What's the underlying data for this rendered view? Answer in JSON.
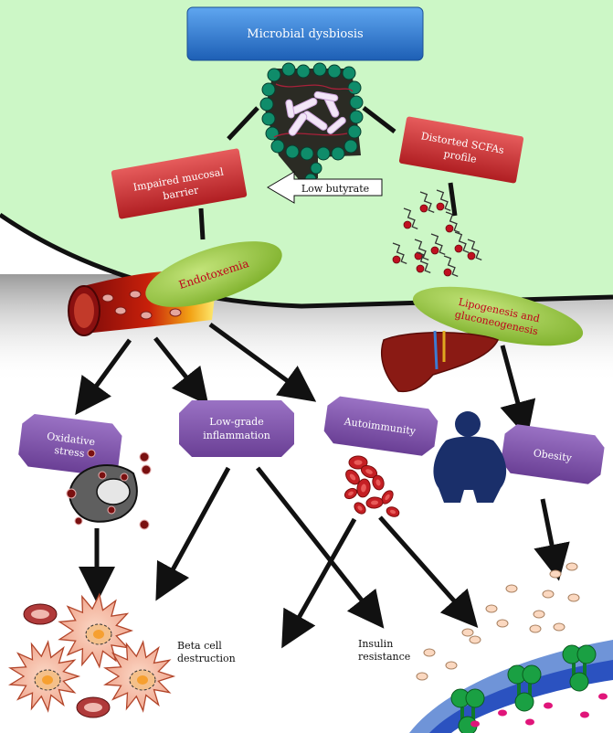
{
  "top_box": {
    "label": "Microbial dysbiosis"
  },
  "red_boxes": {
    "impaired": [
      "Impaired mucosal",
      "barrier"
    ],
    "scfa": [
      "Distorted SCFAs",
      "profile"
    ]
  },
  "butyrate_arrow": {
    "label": "Low butyrate"
  },
  "endotoxemia": {
    "label": "Endotoxemia"
  },
  "lipogenesis": {
    "label_lines": [
      "Lipogenesis and",
      "gluconeogenesis"
    ]
  },
  "purple_labels": {
    "oxidative": [
      "Oxidative",
      "stress"
    ],
    "inflammation": [
      "Low-grade",
      "inflammation"
    ],
    "autoimmunity": [
      "Autoimmunity"
    ],
    "obesity": [
      "Obesity"
    ]
  },
  "outcomes": {
    "beta": [
      "Beta cell",
      "destruction"
    ],
    "insulin": [
      "Insulin",
      "resistance"
    ]
  },
  "colors": {
    "gut_area": "#ccf7c6",
    "blue_box": "#2f74c9",
    "red_box": "#c8282c",
    "purple_box": "#7d52a6",
    "ellipse_green": "#8fc236",
    "label_red": "#c0001a"
  }
}
